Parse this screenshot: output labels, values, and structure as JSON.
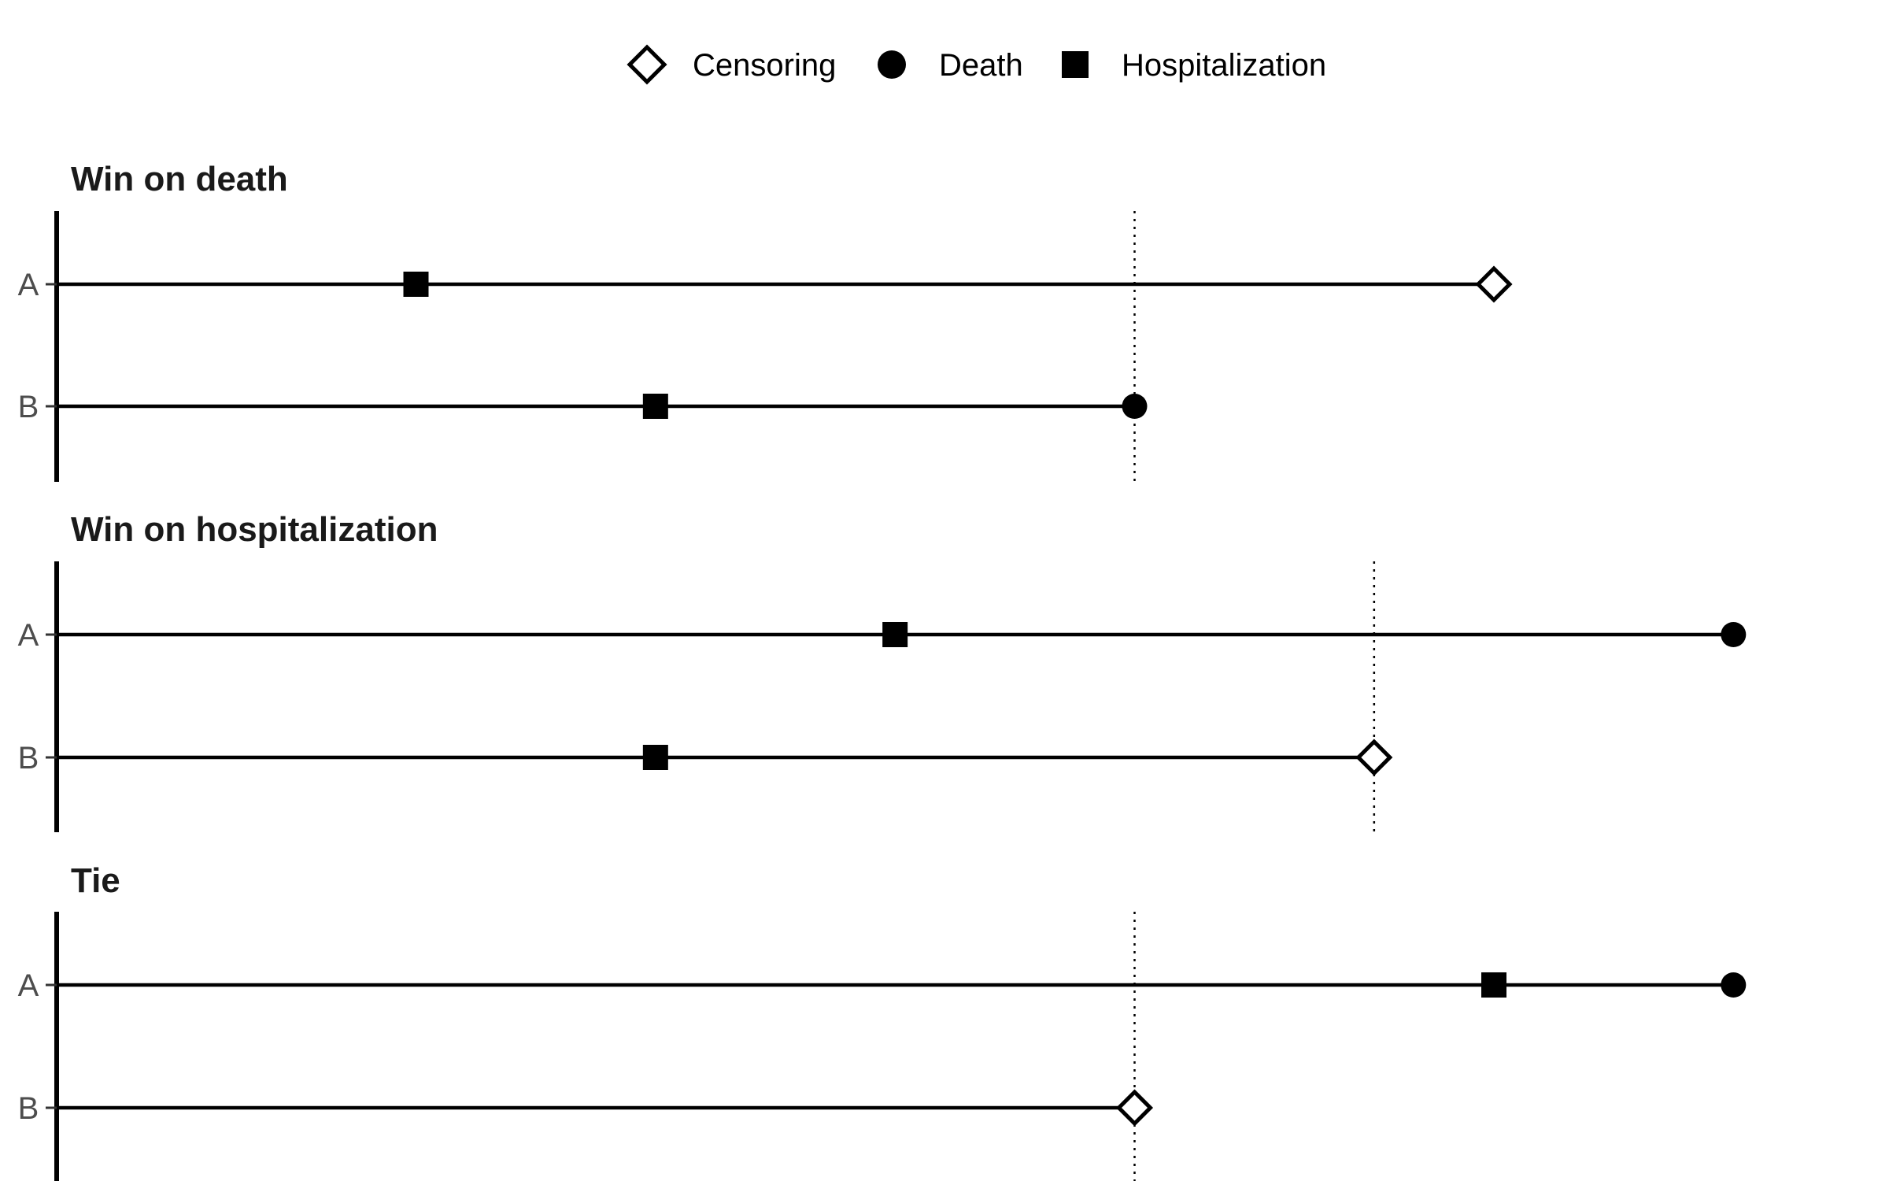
{
  "legend": [
    {
      "label": "Censoring",
      "shape": "diamond-open-icon"
    },
    {
      "label": "Death",
      "shape": "circle-filled-icon"
    },
    {
      "label": "Hospitalization",
      "shape": "square-filled-icon"
    }
  ],
  "scale": {
    "x_max": 12
  },
  "panels": [
    {
      "title": "Win on death",
      "cutoff": 9,
      "rows": [
        {
          "label": "A",
          "end": 12,
          "events": [
            {
              "t": 3,
              "type": "Hospitalization"
            },
            {
              "t": 12,
              "type": "Censoring"
            }
          ]
        },
        {
          "label": "B",
          "end": 9,
          "events": [
            {
              "t": 5,
              "type": "Hospitalization"
            },
            {
              "t": 9,
              "type": "Death"
            }
          ]
        }
      ]
    },
    {
      "title": "Win on hospitalization",
      "cutoff": 11,
      "rows": [
        {
          "label": "A",
          "end": 14,
          "events": [
            {
              "t": 7,
              "type": "Hospitalization"
            },
            {
              "t": 14,
              "type": "Death"
            }
          ]
        },
        {
          "label": "B",
          "end": 11,
          "events": [
            {
              "t": 5,
              "type": "Hospitalization"
            },
            {
              "t": 11,
              "type": "Censoring"
            }
          ]
        }
      ]
    },
    {
      "title": "Tie",
      "cutoff": 9,
      "rows": [
        {
          "label": "A",
          "end": 14,
          "events": [
            {
              "t": 12,
              "type": "Hospitalization"
            },
            {
              "t": 14,
              "type": "Death"
            }
          ]
        },
        {
          "label": "B",
          "end": 9,
          "events": [
            {
              "t": 9,
              "type": "Censoring"
            }
          ]
        }
      ]
    }
  ]
}
